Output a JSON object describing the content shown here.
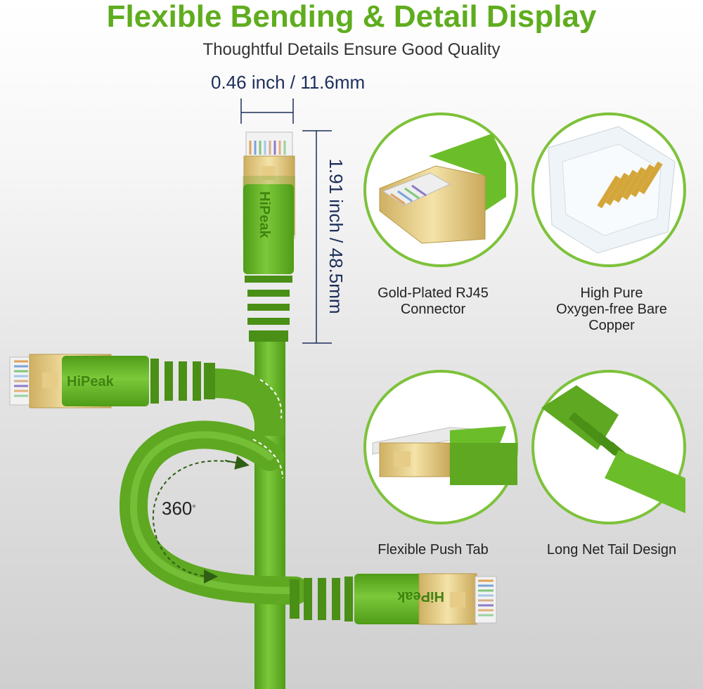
{
  "header": {
    "title": "Flexible Bending & Detail Display",
    "subtitle": "Thoughtful Details Ensure Good Quality"
  },
  "dimensions": {
    "width_label": "0.46 inch / 11.6mm",
    "height_label": "1.91 inch / 48.5mm"
  },
  "bend": {
    "angle_value": "360",
    "angle_unit": "°"
  },
  "brand": {
    "name": "HiPeak"
  },
  "features": [
    {
      "caption": "Gold-Plated RJ45\nConnector"
    },
    {
      "caption": "High Pure\nOxygen-free Bare\nCopper"
    },
    {
      "caption": "Flexible Push Tab"
    },
    {
      "caption": "Long Net Tail Design"
    }
  ],
  "colors": {
    "title_green": "#5fad1e",
    "cable_green": "#6cbd2a",
    "cable_dark": "#4e9a18",
    "gold": "#e8d08a",
    "dimension_blue": "#1c2e5a"
  }
}
